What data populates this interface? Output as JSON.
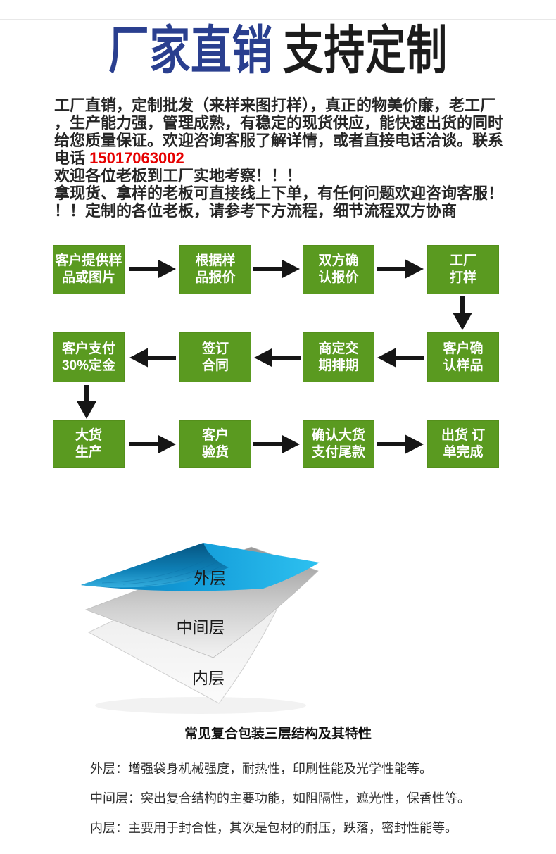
{
  "header": {
    "title_blue": "厂家直销",
    "title_dark": "支持定制"
  },
  "intro": {
    "lines": [
      "工厂直销，定制批发（来样来图打样），真正的物美价廉，老工厂",
      "，生产能力强，管理成熟，有稳定的现货供应，能快速出货的同时",
      "给您质量保证。欢迎咨询客服了解详情，或者直接电话洽谈。联系"
    ],
    "line4_prefix": "电话 ",
    "phone": "15017063002",
    "lines_after": [
      "欢迎各位老板到工厂实地考察！！！",
      "拿现货、拿样的老板可直接线上下单，有任何问题欢迎咨询客服！",
      "！！定制的各位老板，请参考下方流程，细节流程双方协商"
    ]
  },
  "flow": {
    "steps": [
      "客户提供样\n品或图片",
      "根据样\n品报价",
      "双方确\n认报价",
      "工厂\n打样",
      "客户支付\n30%定金",
      "签订\n合同",
      "商定交\n期排期",
      "客户确\n认样品",
      "大货\n生产",
      "客户\n验货",
      "确认大货\n支付尾款",
      "出货 订\n单完成"
    ]
  },
  "layers": {
    "labels": [
      "外层",
      "中间层",
      "内层"
    ],
    "caption": "常见复合包装三层结构及其特性",
    "descriptions": [
      "外层：增强袋身机械强度，耐热性，印刷性能及光学性能等。",
      "中间层：突出复合结构的主要功能，如阻隔性，遮光性，保香性等。",
      "内层：主要用于封合性，其次是包材的耐压，跌落，密封性能等。"
    ]
  },
  "colors": {
    "title_blue": "#2a3f8f",
    "phone_red": "#e60000",
    "flow_green": "#5a9a20",
    "arrow_black": "#161616",
    "sheet_blue": "#18a8e0"
  }
}
